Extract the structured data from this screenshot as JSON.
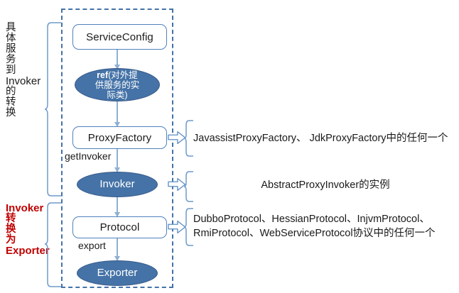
{
  "diagram": {
    "title_region": "Dubbo service export flow",
    "colors": {
      "node_border": "#4f81bd",
      "ellipse_fill": "#4573a7",
      "dashed_border": "#4472a8",
      "connector": "#8fb0d3",
      "red_label": "#c00000",
      "text": "#1a1a1a"
    },
    "side_labels": [
      {
        "id": "label-top",
        "color": "black",
        "lines": [
          "具",
          "体",
          "服",
          "务",
          "到",
          "Invoker",
          "的",
          "转",
          "换"
        ],
        "plain": "具体服务到Invoker的转换"
      },
      {
        "id": "label-bottom",
        "color": "red",
        "lines": [
          "Invoker",
          "转",
          "换",
          "为",
          "Exporter"
        ],
        "plain": "Invoker转换为Exporter"
      }
    ],
    "nodes": [
      {
        "id": "service-config",
        "shape": "box",
        "label": "ServiceConfig"
      },
      {
        "id": "ref",
        "shape": "ellipse",
        "label_bold": "ref",
        "label_rest": "(对外提",
        "label_line2": "供服务的实",
        "label_line3": "际类)",
        "plain": "ref(对外提供服务的实际类)"
      },
      {
        "id": "proxy-factory",
        "shape": "box",
        "label": "ProxyFactory"
      },
      {
        "id": "invoker",
        "shape": "ellipse",
        "label": "Invoker"
      },
      {
        "id": "protocol",
        "shape": "box",
        "label": "Protocol"
      },
      {
        "id": "exporter",
        "shape": "ellipse",
        "label": "Exporter"
      }
    ],
    "edge_labels": [
      {
        "id": "get-invoker",
        "label": "getInvoker"
      },
      {
        "id": "export",
        "label": "export"
      }
    ],
    "annotations": [
      {
        "id": "annot-proxy-factory",
        "text": "JavassistProxyFactory、 JdkProxyFactory中的任何一个",
        "align": "left"
      },
      {
        "id": "annot-invoker",
        "text": "AbstractProxyInvoker的实例",
        "align": "center"
      },
      {
        "id": "annot-protocol",
        "text": "DubboProtocol、HessianProtocol、InjvmProtocol、\nRmiProtocol、WebServiceProtocol协议中的任何一个",
        "align": "left"
      }
    ]
  }
}
